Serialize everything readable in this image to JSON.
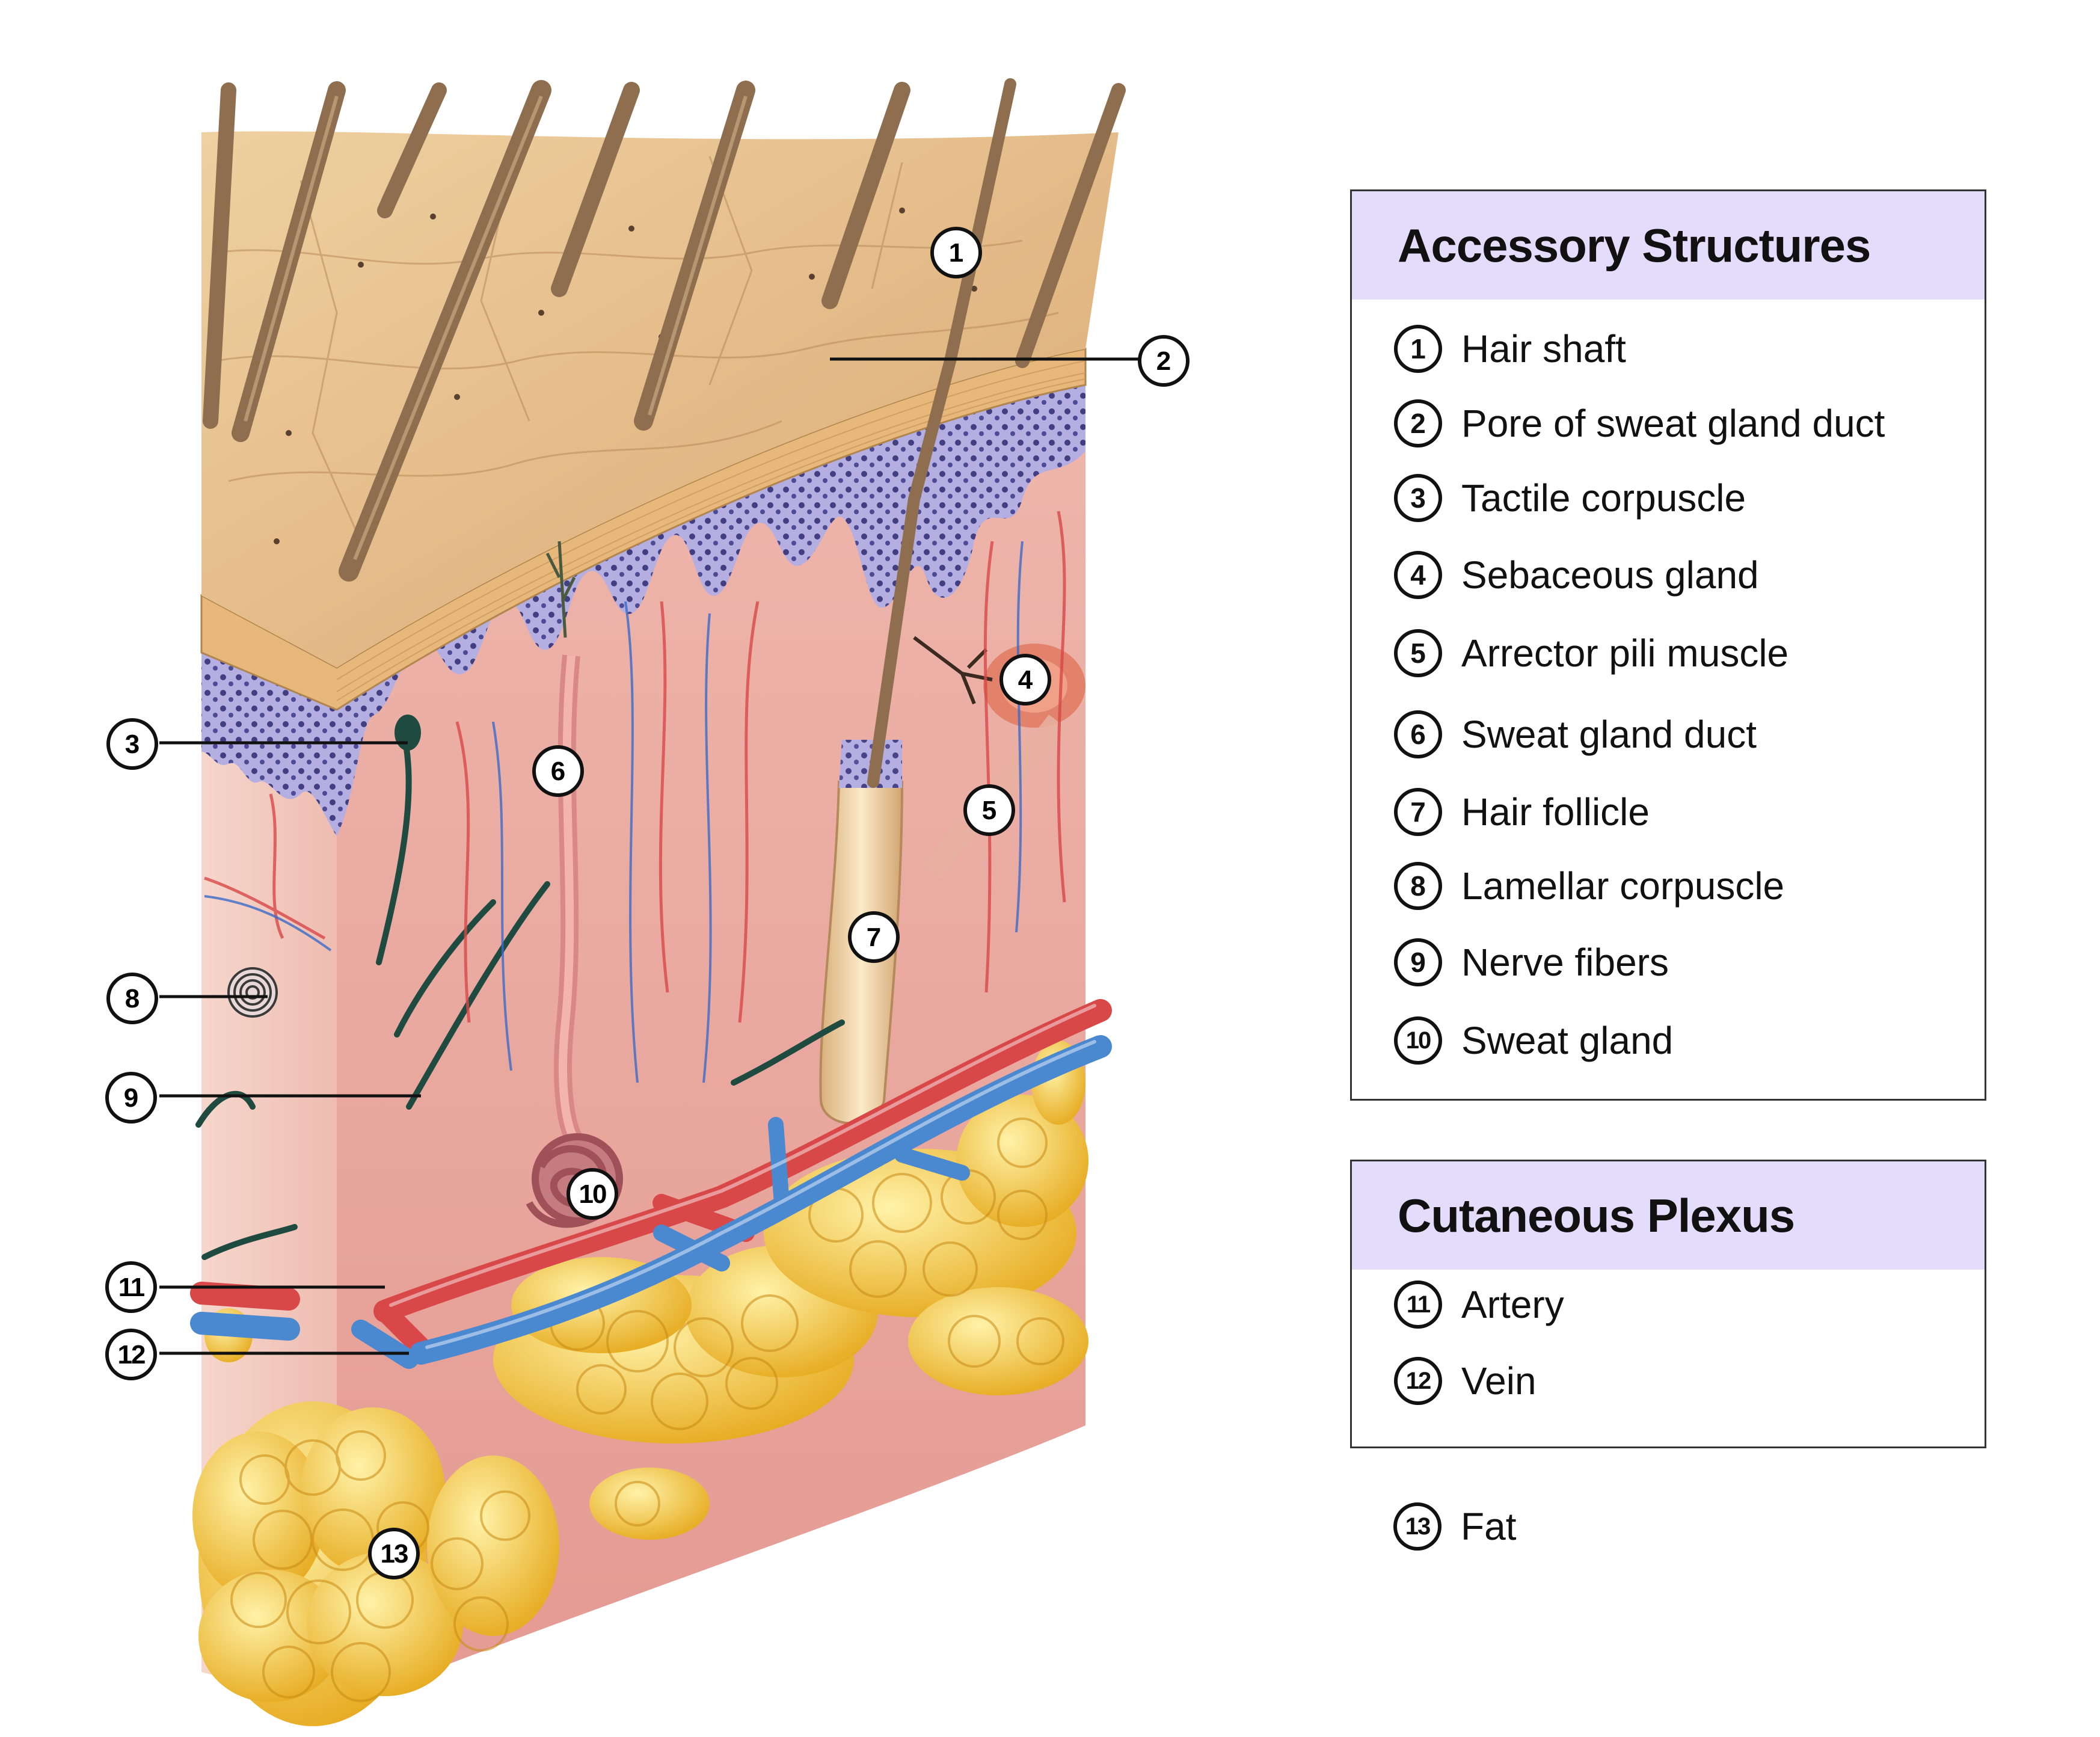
{
  "markers": [
    {
      "num": "1"
    },
    {
      "num": "2"
    },
    {
      "num": "3"
    },
    {
      "num": "4"
    },
    {
      "num": "5"
    },
    {
      "num": "6"
    },
    {
      "num": "7"
    },
    {
      "num": "8"
    },
    {
      "num": "9"
    },
    {
      "num": "10"
    },
    {
      "num": "11"
    },
    {
      "num": "12"
    },
    {
      "num": "13"
    }
  ],
  "accessory": {
    "title": "Accessory Structures",
    "items": [
      {
        "num": "1",
        "label": "Hair shaft"
      },
      {
        "num": "2",
        "label": "Pore of sweat gland duct"
      },
      {
        "num": "3",
        "label": "Tactile corpuscle"
      },
      {
        "num": "4",
        "label": "Sebaceous gland"
      },
      {
        "num": "5",
        "label": "Arrector pili muscle"
      },
      {
        "num": "6",
        "label": "Sweat gland duct"
      },
      {
        "num": "7",
        "label": "Hair follicle"
      },
      {
        "num": "8",
        "label": "Lamellar corpuscle"
      },
      {
        "num": "9",
        "label": "Nerve fibers"
      },
      {
        "num": "10",
        "label": "Sweat gland"
      }
    ]
  },
  "plexus": {
    "title": "Cutaneous Plexus",
    "items": [
      {
        "num": "11",
        "label": "Artery"
      },
      {
        "num": "12",
        "label": "Vein"
      }
    ]
  },
  "fat": {
    "num": "13",
    "label": "Fat"
  },
  "colors": {
    "legend_header_bg": "#e3dcfb",
    "epidermis_surface": "#e8c08a",
    "epidermis_basal": "#a8a0d8",
    "dermis": "#eaa8a0",
    "artery": "#d84848",
    "vein": "#4a88d0",
    "fat": "#f2c23a",
    "hair": "#9a7a58"
  }
}
